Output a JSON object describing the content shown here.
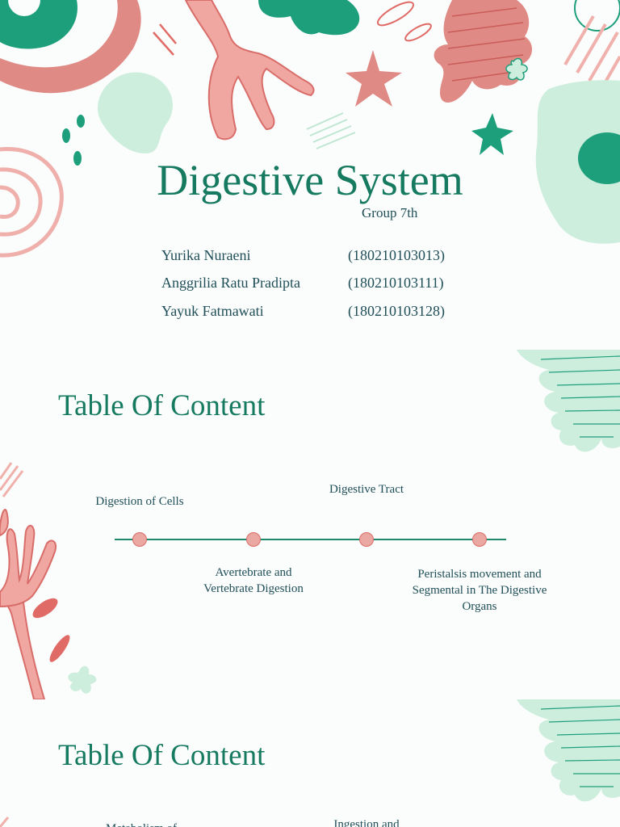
{
  "cover": {
    "title": "Digestive System",
    "group": "Group 7th",
    "members": [
      {
        "name": "Yurika Nuraeni",
        "id": "(180210103013)"
      },
      {
        "name": "Anggrilia Ratu Pradipta",
        "id": "(180210103111)"
      },
      {
        "name": "Yayuk Fatmawati",
        "id": "(180210103128)"
      }
    ]
  },
  "toc1": {
    "title": "Table Of Content",
    "items": [
      "Digestion of Cells",
      "Avertebrate and Vertebrate Digestion",
      "Digestive Tract",
      "Peristalsis movement and Segmental in The Digestive Organs"
    ]
  },
  "toc2": {
    "title": "Table Of Content",
    "items_partial": [
      "Metabolism of",
      "Ingestion and"
    ]
  },
  "colors": {
    "green": "#157a5f",
    "coral": "#e08a86",
    "mint": "#cdeedd",
    "text": "#1f4e58"
  }
}
